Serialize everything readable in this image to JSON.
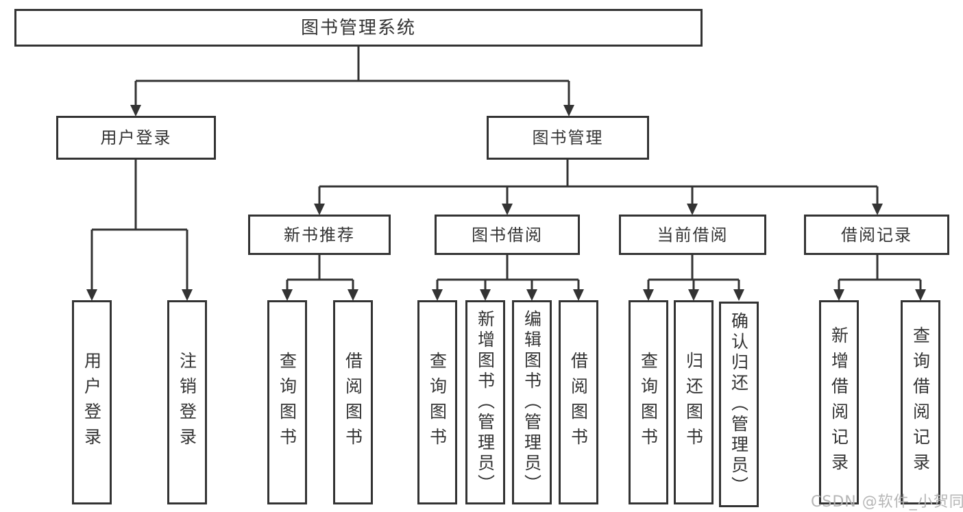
{
  "diagram": {
    "root": "图书管理系统",
    "level2": {
      "user_login": "用户登录",
      "book_mgmt": "图书管理"
    },
    "level3": {
      "new_book_rec": "新书推荐",
      "book_borrow": "图书借阅",
      "current_borrow": "当前借阅",
      "borrow_records": "借阅记录"
    },
    "leaves": {
      "user_login": "用户登录",
      "logout": "注销登录",
      "nb_query_book": "查询图书",
      "nb_borrow_book": "借阅图书",
      "bb_query_book": "查询图书",
      "bb_add_book": "新增图书（管理员）",
      "bb_edit_book": "编辑图书（管理员）",
      "bb_borrow_book": "借阅图书",
      "cb_query_book": "查询图书",
      "cb_return_book": "归还图书",
      "cb_confirm_return": "确认归还（管理员）",
      "br_add_record": "新增借阅记录",
      "br_query_record": "查询借阅记录"
    }
  },
  "watermark": "CSDN @软件_小贺同学",
  "colors": {
    "line": "#333333",
    "text": "#333333",
    "box_bg": "#ffffff",
    "watermark": "#b2b2b2"
  }
}
